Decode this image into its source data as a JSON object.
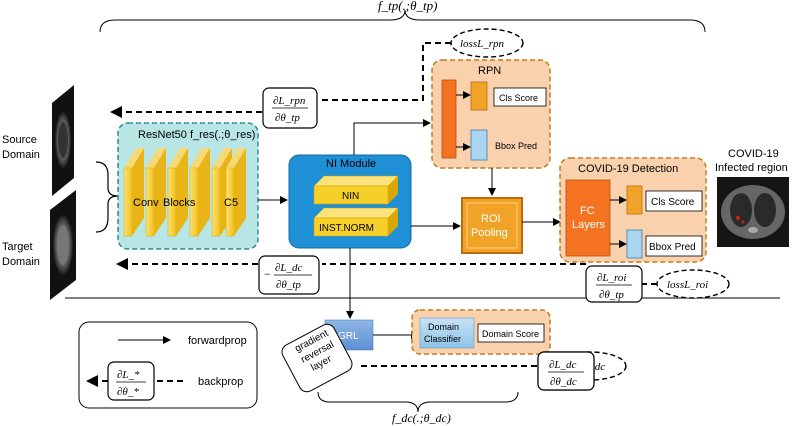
{
  "top_function": "f_tp(.;θ_tp)",
  "bottom_function": "f_dc(.;θ_dc)",
  "source_label_1": "Source",
  "source_label_2": "Domain",
  "target_label_1": "Target",
  "target_label_2": "Domain",
  "resnet": {
    "title": "ResNet50 f_res(.;θ_res)",
    "conv": "Conv",
    "blocks": "Blocks",
    "c5": "C5"
  },
  "ni_module": {
    "title": "NI Module",
    "nin": "NIN",
    "inst_norm": "INST.NORM"
  },
  "rpn": {
    "title": "RPN",
    "cls_score": "Cls Score",
    "bbox_pred": "Bbox Pred"
  },
  "roi_pooling": {
    "line1": "ROI",
    "line2": "Pooling"
  },
  "detection": {
    "title": "COVID-19  Detection",
    "fc_line1": "FC",
    "fc_line2": "Layers",
    "cls_score": "Cls Score",
    "bbox_pred": "Bbox Pred"
  },
  "infected_label_1": "COVID-19",
  "infected_label_2": "Infected region",
  "losses": {
    "rpn": "lossL_rpn",
    "roi": "lossL_roi",
    "dc": "lossL_dc"
  },
  "gradients": {
    "rpn_num": "∂L_rpn",
    "rpn_den": "∂θ_tp",
    "dc_minus": "−",
    "dc_num": "∂L_dc",
    "dc_den": "∂θ_tp",
    "roi_num": "∂L_roi",
    "roi_den": "∂θ_tp",
    "dc2_num": "∂L_dc",
    "dc2_den": "∂θ_dc"
  },
  "grl": "GRL",
  "grl_note": [
    "gradient",
    "reversal",
    "layer"
  ],
  "domain_classifier": {
    "line1": "Domain",
    "line2": "Classifier",
    "score": "Domain Score"
  },
  "legend": {
    "forward": "forwardprop",
    "backward": "backprop",
    "num": "∂L_*",
    "den": "∂θ_*"
  },
  "colors": {
    "orange_panel": "#f9d2ad",
    "orange_border": "#c07a21",
    "teal_panel": "#b7e6e4",
    "teal_border": "#2a8b99",
    "yellow_block": "#f6d02a",
    "ni_blue": "#1f8fd6",
    "roi_orange": "#f0a326",
    "fc_orange": "#f47321",
    "light_blue": "#a9d5ee",
    "grl_blue": "#6f9fd8"
  }
}
